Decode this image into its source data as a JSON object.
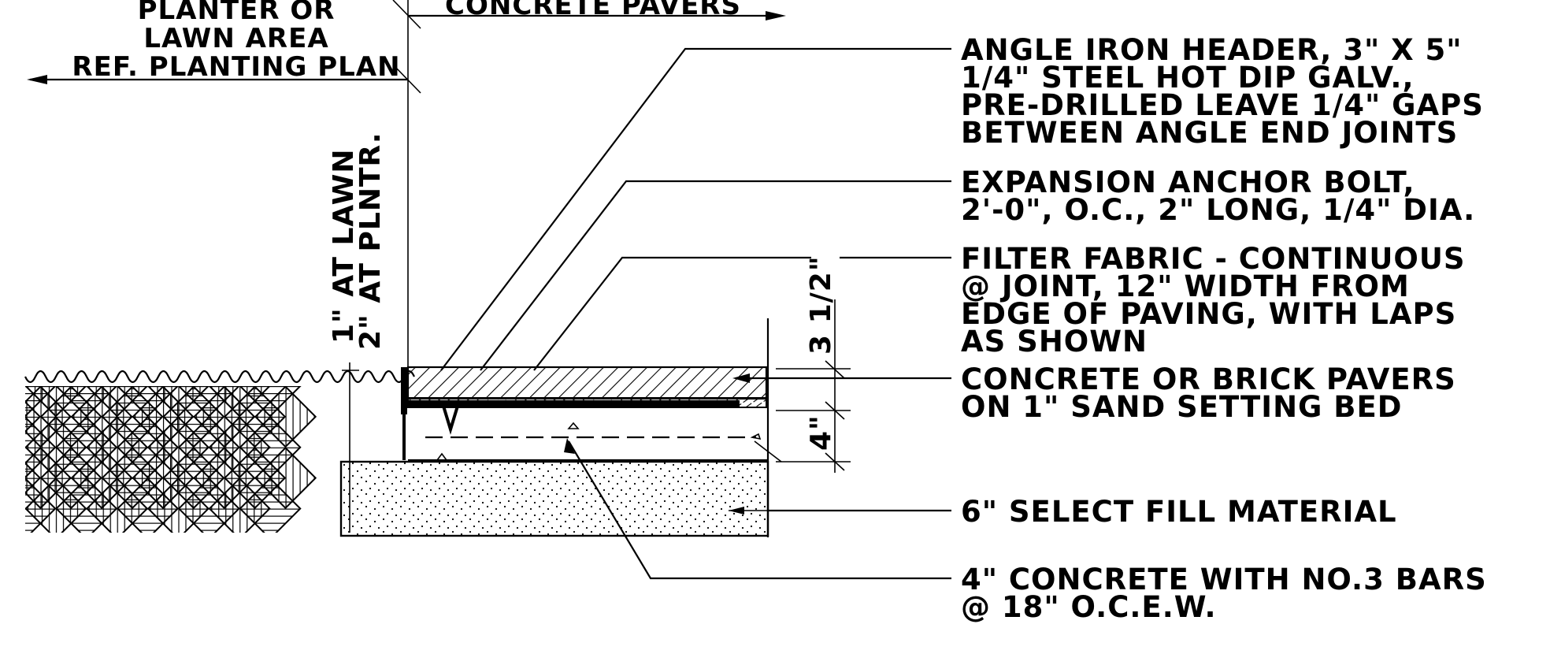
{
  "drawing": {
    "top_labels": {
      "planter": [
        "PLANTER OR",
        "LAWN AREA",
        "REF. PLANTING PLAN"
      ],
      "pavers": "CONCRETE PAVERS"
    },
    "vertical_dims": {
      "lawn": "1\" AT LAWN",
      "planter": "2\" AT PLNTR.",
      "paver_height": "3 1/2\"",
      "slab": "4\""
    },
    "callouts": [
      {
        "id": "angle-iron",
        "lines": [
          "ANGLE IRON HEADER, 3\" X 5\"",
          "1/4\" STEEL HOT DIP GALV.,",
          "PRE-DRILLED LEAVE 1/4\" GAPS",
          "BETWEEN ANGLE END JOINTS"
        ]
      },
      {
        "id": "anchor-bolt",
        "lines": [
          "EXPANSION ANCHOR BOLT,",
          "2'-0\", O.C., 2\" LONG, 1/4\" DIA."
        ]
      },
      {
        "id": "filter-fabric",
        "lines": [
          "FILTER FABRIC - CONTINUOUS",
          "@ JOINT, 12\" WIDTH FROM",
          "EDGE OF PAVING, WITH LAPS",
          "AS SHOWN"
        ]
      },
      {
        "id": "pavers",
        "lines": [
          "CONCRETE OR BRICK PAVERS",
          "ON 1\" SAND SETTING BED"
        ]
      },
      {
        "id": "fill",
        "lines": [
          "6\" SELECT FILL MATERIAL"
        ]
      },
      {
        "id": "concrete",
        "lines": [
          "4\" CONCRETE WITH NO.3 BARS",
          "@ 18\" O.C.E.W."
        ]
      }
    ]
  }
}
